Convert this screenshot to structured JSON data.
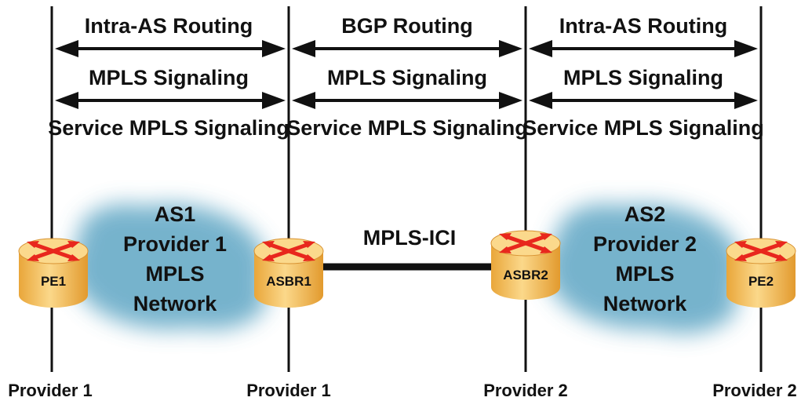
{
  "segments": [
    {
      "routing": "Intra-AS Routing",
      "signaling": "MPLS Signaling",
      "service": "Service MPLS Signaling"
    },
    {
      "routing": "BGP Routing",
      "signaling": "MPLS Signaling",
      "service": "Service MPLS Signaling"
    },
    {
      "routing": "Intra-AS Routing",
      "signaling": "MPLS Signaling",
      "service": "Service MPLS Signaling"
    }
  ],
  "clouds": [
    {
      "lines": [
        "AS1",
        "Provider 1",
        "MPLS",
        "Network"
      ]
    },
    {
      "lines": [
        "AS2",
        "Provider 2",
        "MPLS",
        "Network"
      ]
    }
  ],
  "routers": [
    {
      "label": "PE1"
    },
    {
      "label": "ASBR1"
    },
    {
      "label": "ASBR2"
    },
    {
      "label": "PE2"
    }
  ],
  "link_label": "MPLS-ICI",
  "footer": [
    "Provider 1",
    "Provider 1",
    "Provider 2",
    "Provider 2"
  ],
  "colors": {
    "cloud": "#5fa6c4",
    "router_top": "#f7cf6a",
    "router_body": "#f0b84a",
    "router_arrows": "#e8271d",
    "line": "#111111"
  }
}
